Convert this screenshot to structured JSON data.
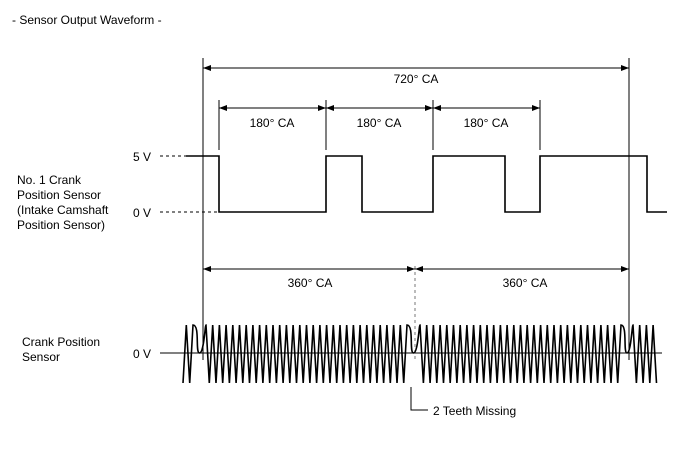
{
  "title": "- Sensor Output Waveform -",
  "spans": {
    "cycle_720": "720° CA",
    "q1": "180° CA",
    "q2": "180° CA",
    "q3": "180° CA",
    "half1": "360° CA",
    "half2": "360° CA"
  },
  "cam_sensor": {
    "label_line1": "No. 1 Crank",
    "label_line2": "Position Sensor",
    "label_line3": "(Intake Camshaft",
    "label_line4": "Position Sensor)",
    "high_level": "5 V",
    "low_level": "0 V"
  },
  "crank_sensor": {
    "label_line1": "Crank Position",
    "label_line2": "Sensor",
    "zero_level": "0 V",
    "missing_note": "2 Teeth Missing"
  }
}
